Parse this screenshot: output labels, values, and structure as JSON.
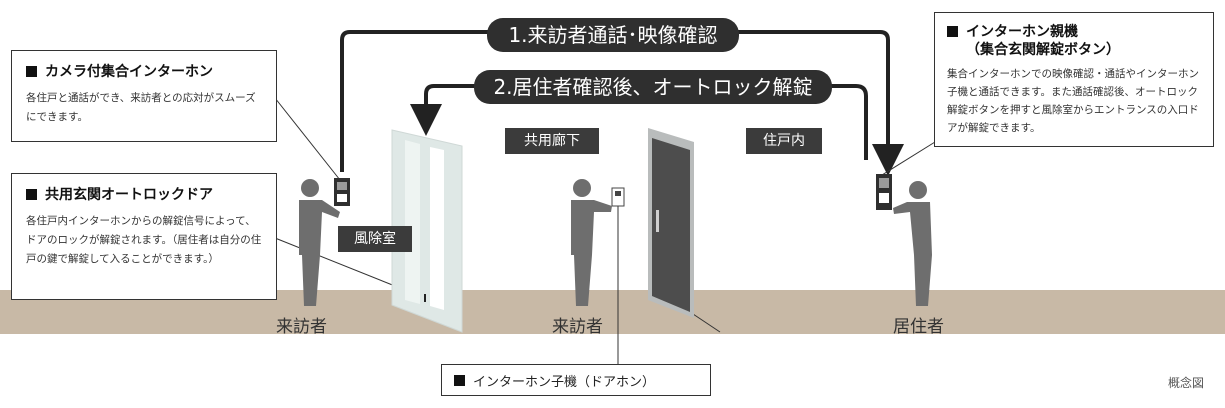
{
  "arrows": {
    "step1": "1.来訪者通話･映像確認",
    "step2": "2.居住者確認後、オートロック解錠"
  },
  "rooms": {
    "windbreak": "風除室",
    "corridor": "共用廊下",
    "dwelling": "住戸内"
  },
  "callouts": {
    "camera_intercom": {
      "title": "カメラ付集合インターホン",
      "body": "各住戸と通話ができ、来訪者との応対がスムーズにできます。"
    },
    "autolock_door": {
      "title": "共用玄関オートロックドア",
      "body": "各住戸内インターホンからの解錠信号によって、ドアのロックが解錠されます。（居住者は自分の住戸の鍵で解錠して入ることができます。）"
    },
    "master_unit": {
      "title_line1": "インターホン親機",
      "title_line2": "（集合玄関解錠ボタン）",
      "body": "集合インターホンでの映像確認・通話やインターホン子機と通話できます。また通話確認後、オートロック解錠ボタンを押すと風除室からエントランスの入口ドアが解錠できます。"
    },
    "door_unit": {
      "title": "インターホン子機（ドアホン）"
    }
  },
  "people": {
    "visitor_left": "来訪者",
    "visitor_center": "来訪者",
    "resident": "居住者"
  },
  "note": "概念図",
  "colors": {
    "dark": "#2f2f2f",
    "floor": "#c8b9a6",
    "person": "#6e6e6e",
    "glass": "#dfe8e6",
    "door": "#4d4d4d"
  }
}
